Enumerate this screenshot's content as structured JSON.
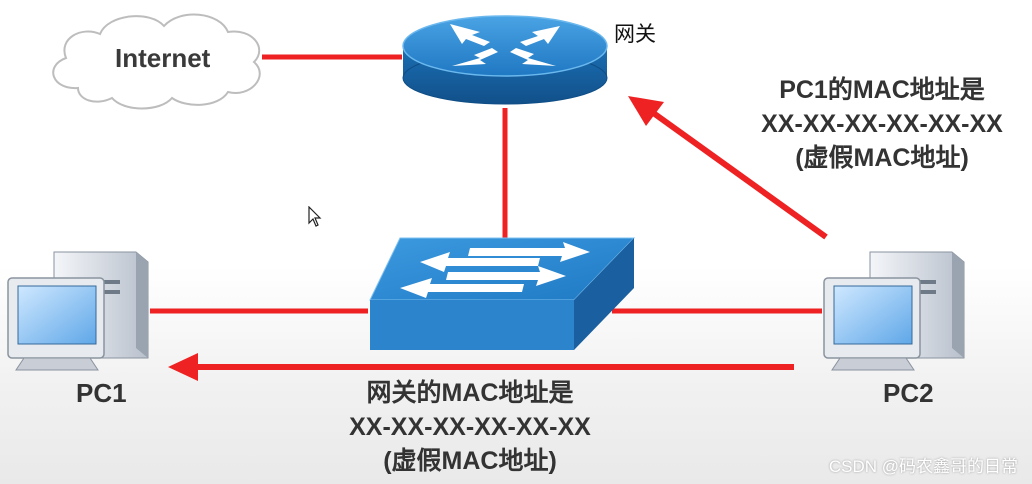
{
  "nodes": {
    "internet": "Internet",
    "gateway": "网关",
    "pc1": "PC1",
    "pc2": "PC2"
  },
  "annotations": {
    "pc1_mac": [
      "PC1的MAC地址是",
      "XX-XX-XX-XX-XX-XX",
      "(虚假MAC地址)"
    ],
    "gateway_mac": [
      "网关的MAC地址是",
      "XX-XX-XX-XX-XX-XX",
      "(虚假MAC地址)"
    ]
  },
  "watermark": "CSDN @码农鑫哥的日常",
  "colors": {
    "link": "#ee2222",
    "device_blue": "#2d7ec4",
    "device_dark": "#195e9e",
    "cloud_stroke": "#bbbbbb"
  },
  "icons": [
    "cloud-icon",
    "router-icon",
    "switch-icon",
    "pc-icon",
    "mouse-cursor-icon"
  ]
}
